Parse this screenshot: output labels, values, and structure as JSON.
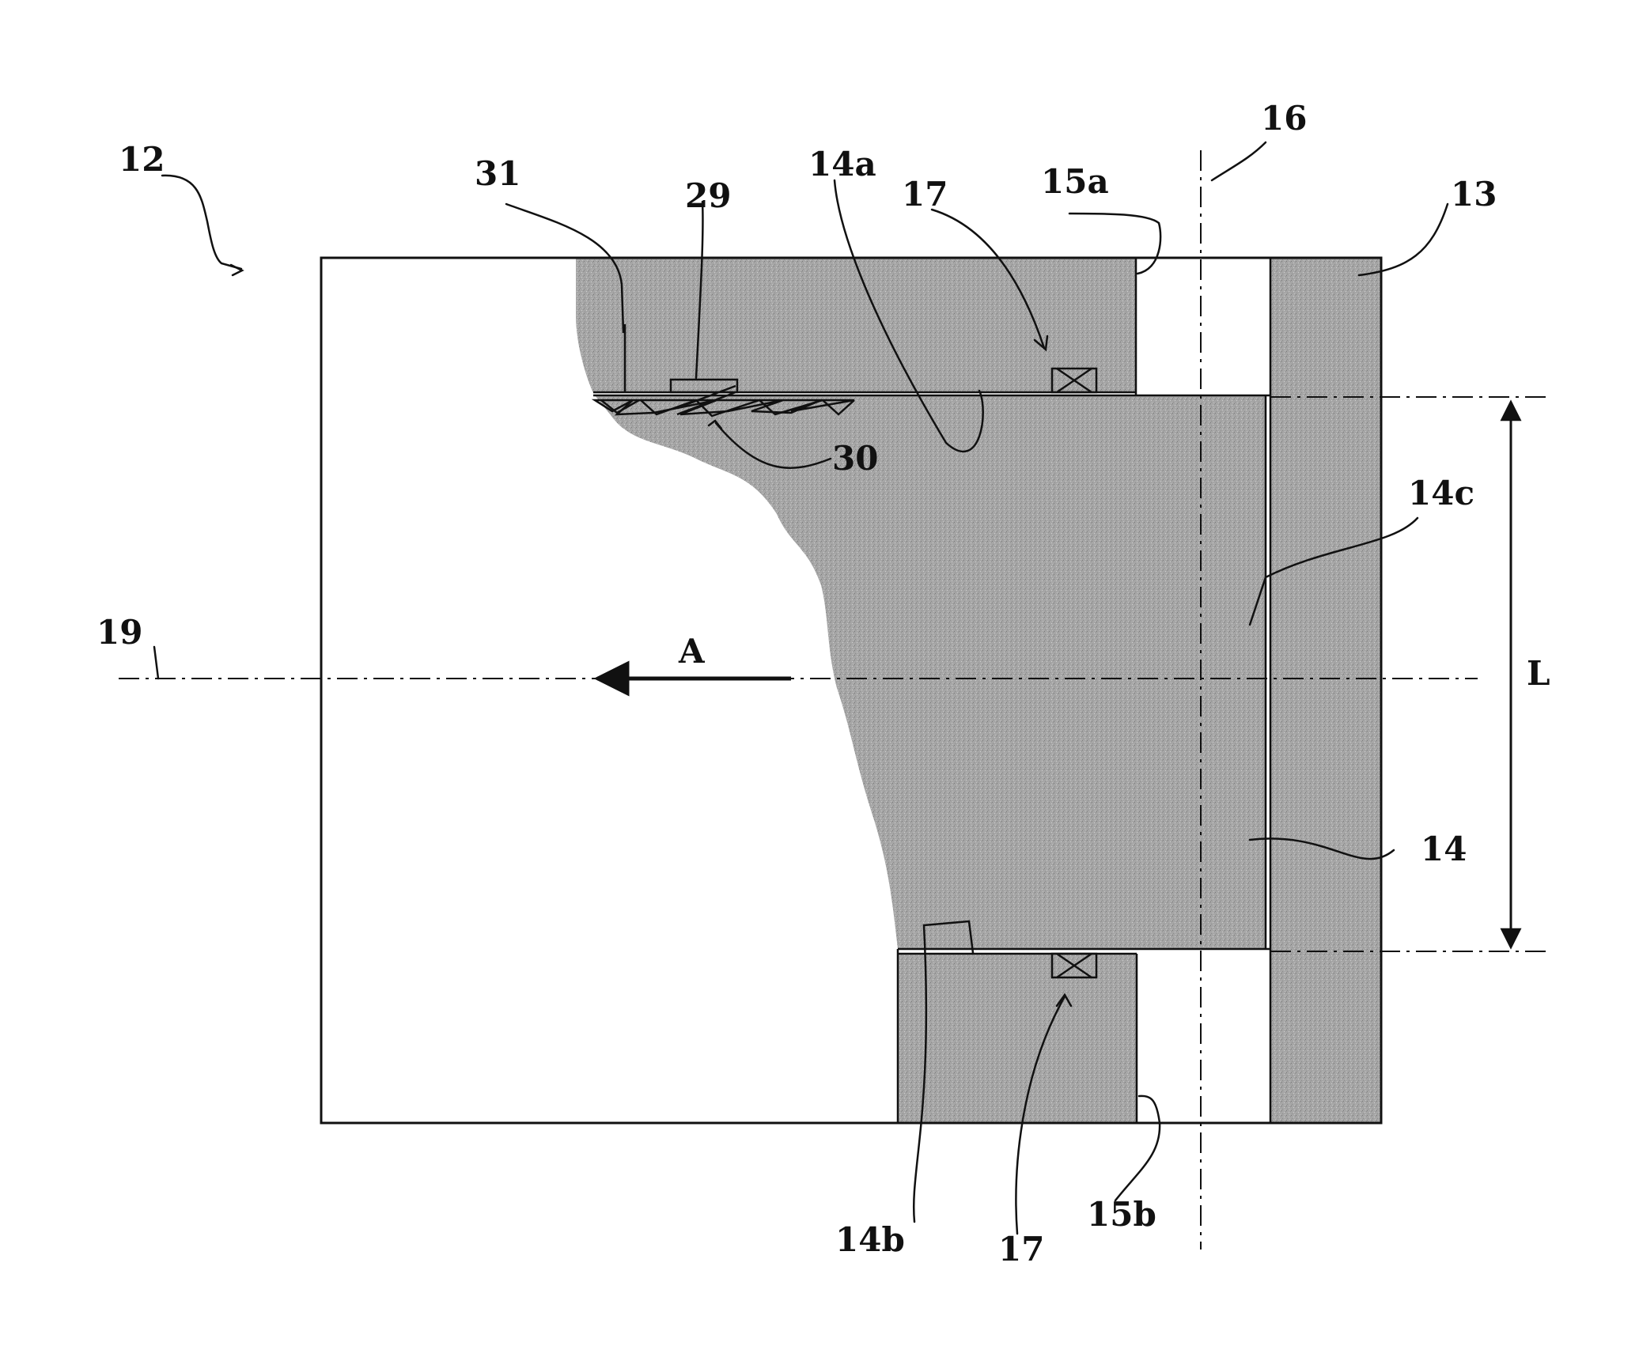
{
  "labels": {
    "assembly": "12",
    "shell": "13",
    "bead": "14",
    "bead_upper_face": "14a",
    "bead_lower_face": "14b",
    "bead_end_face": "14c",
    "flange_upper": "15a",
    "flange_lower": "15b",
    "axis_vertical": "16",
    "seal_upper": "17",
    "seal_lower": "17",
    "axis_horizontal": "19",
    "pawl": "29",
    "teeth": "30",
    "rack": "31",
    "arrow_direction": "A",
    "length": "L"
  },
  "colors": {
    "stroke": "#111111",
    "fill_gray": "#a9a9a9",
    "background": "#ffffff"
  }
}
